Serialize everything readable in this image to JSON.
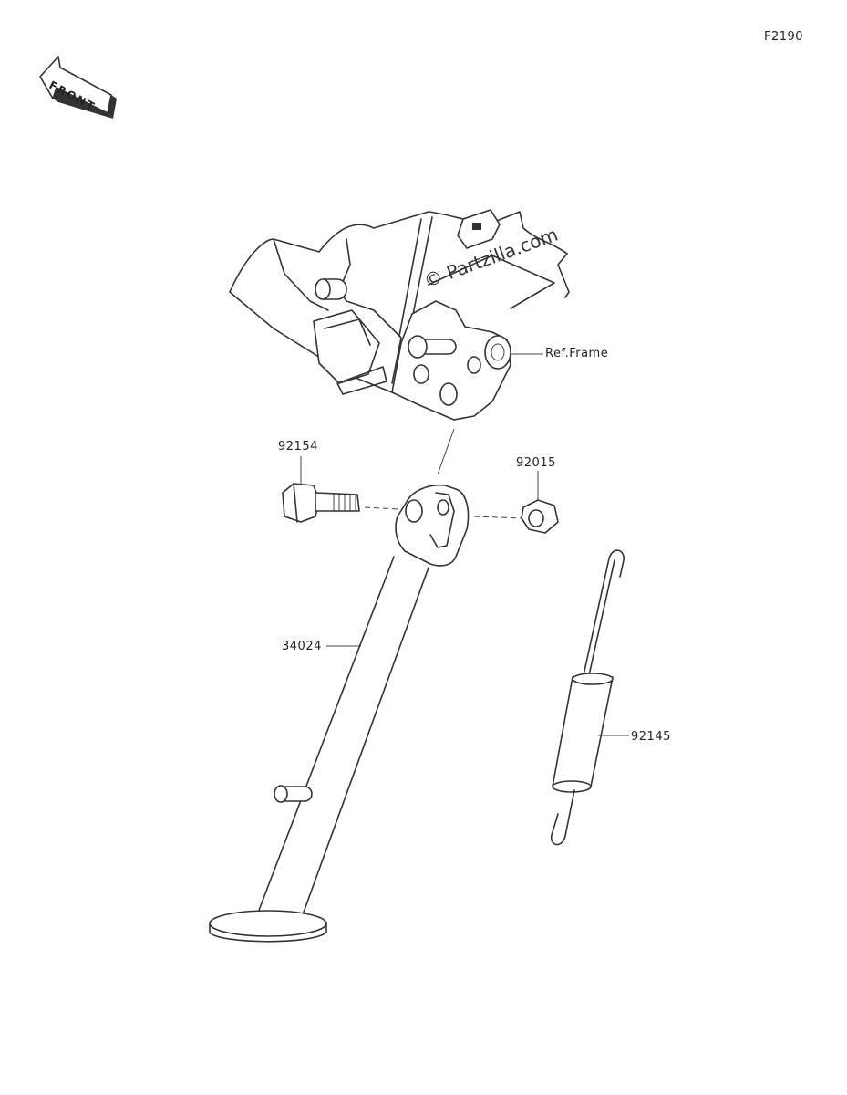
{
  "diagram": {
    "code": "F2190",
    "front_label": "FRONT",
    "watermark": "© Partzilla.com",
    "parts": [
      {
        "number": "92154"
      },
      {
        "number": "92015"
      },
      {
        "number": "34024"
      },
      {
        "number": "92145"
      },
      {
        "number": "Ref.Frame"
      }
    ]
  }
}
